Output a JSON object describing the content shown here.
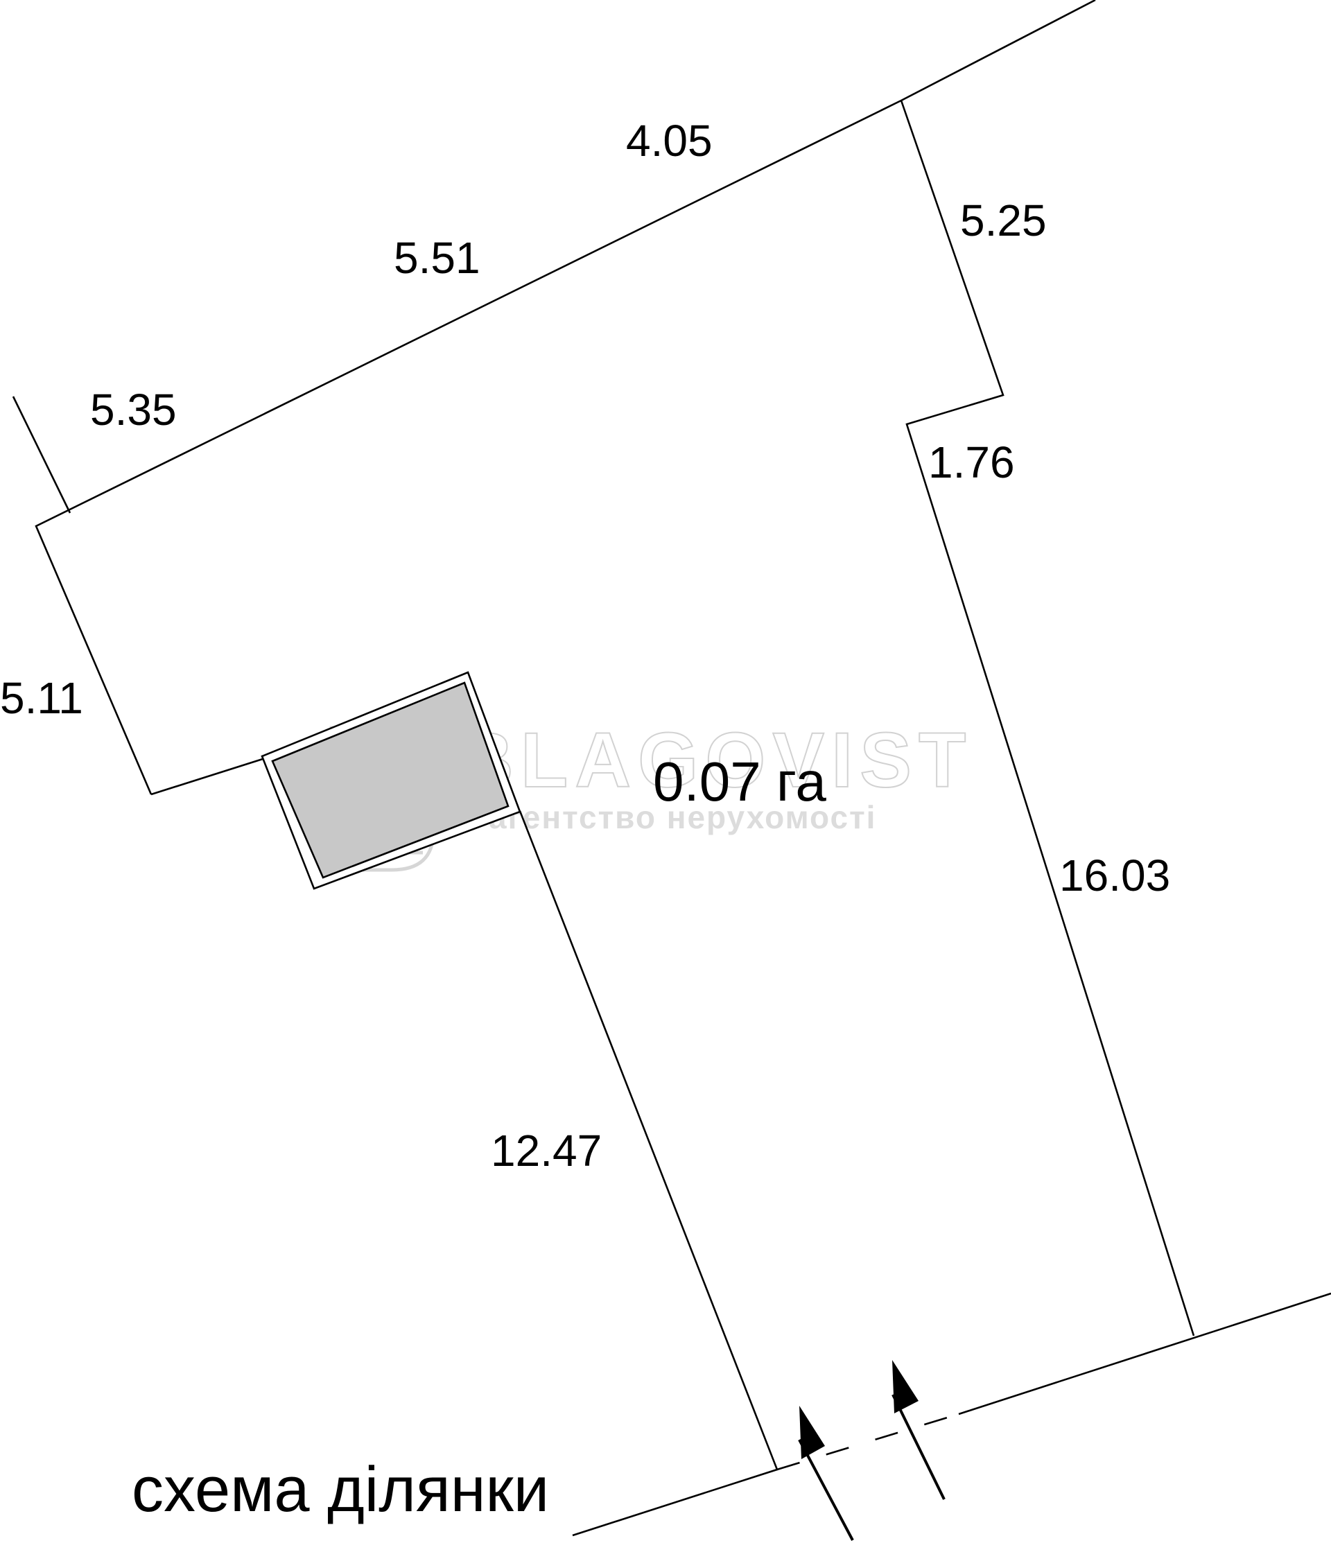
{
  "dimensions": {
    "top_a": "4.05",
    "top_b": "5.51",
    "top_c": "5.35",
    "left": "5.11",
    "right_upper": "5.25",
    "right_step": "1.76",
    "right_long": "16.03",
    "front_left": "12.47"
  },
  "area_label": "0.07 га",
  "caption": "схема ділянки",
  "watermark": {
    "brand": "BLAGOVIST",
    "tagline": "агентство нерухомості"
  },
  "colors": {
    "lines": "#000000",
    "building_fill": "#c8c8c8",
    "watermark": "#d2d2d2",
    "background": "#ffffff"
  },
  "icons": [
    "entrance-arrow-icon",
    "entrance-arrow-icon"
  ]
}
